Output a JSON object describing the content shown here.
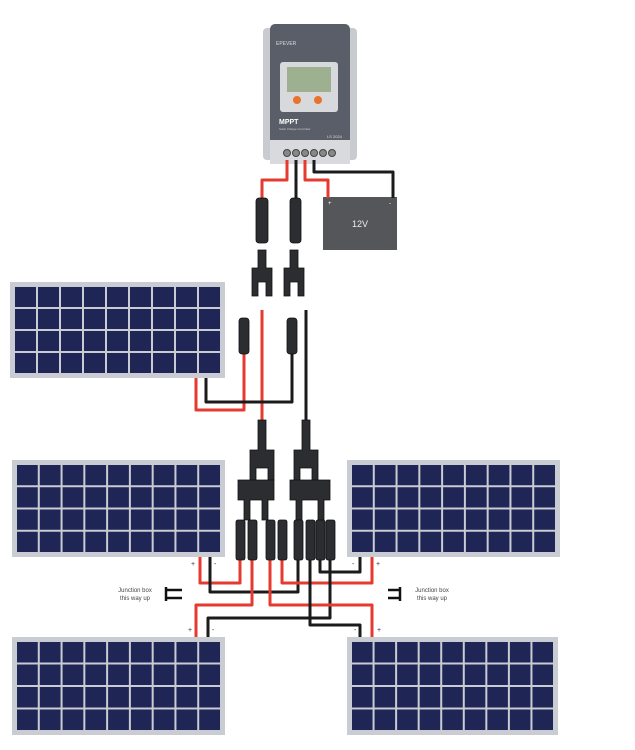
{
  "controller": {
    "brand": "EPEVER",
    "model_label": "MPPT",
    "subtitle": "Solar Charge Controller",
    "rating": "LS 2024"
  },
  "battery": {
    "label": "12V",
    "plus": "+",
    "minus": "-"
  },
  "junction_notes": [
    {
      "line1": "Junction box",
      "line2": "this way up"
    },
    {
      "line1": "Junction box",
      "line2": "this way up"
    }
  ],
  "polarity": {
    "plus": "+",
    "minus": "-"
  },
  "colors": {
    "positive_wire": "#e53a2f",
    "negative_wire": "#1b1b1b",
    "panel_cell": "#1f2554",
    "panel_frame": "#c9ccd3",
    "controller_body": "#5a5e68",
    "battery": "#555659",
    "lcd": "#9db08f",
    "button": "#e8732a"
  }
}
